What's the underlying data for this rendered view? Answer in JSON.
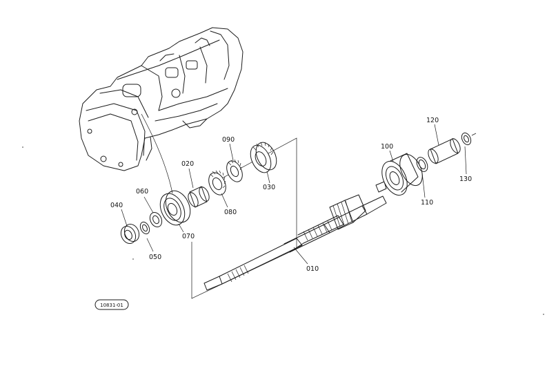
{
  "diagram": {
    "drawing_id": "10831-01",
    "callouts": {
      "p010": "010",
      "p020": "020",
      "p030": "030",
      "p040": "040",
      "p050": "050",
      "p060": "060",
      "p070": "070",
      "p080": "080",
      "p090": "090",
      "p100": "100",
      "p110": "110",
      "p120": "120",
      "p130": "130"
    }
  }
}
